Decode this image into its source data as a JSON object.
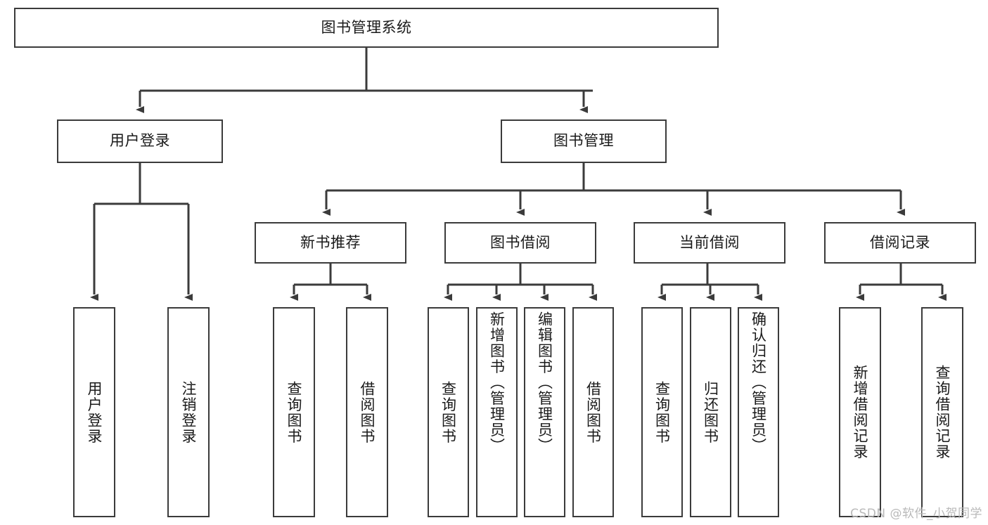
{
  "diagram": {
    "title": "图书管理系统",
    "type": "tree-hierarchy-diagram",
    "colors": {
      "background": "#ffffff",
      "border": "#3b3b3b",
      "connector": "#3b3b3b",
      "text": "#1a1a1a",
      "watermark": "#b9b9b9"
    },
    "root": {
      "label": "图书管理系统"
    },
    "level2": [
      {
        "label": "用户登录"
      },
      {
        "label": "图书管理"
      }
    ],
    "level3": [
      {
        "label": "新书推荐"
      },
      {
        "label": "图书借阅"
      },
      {
        "label": "当前借阅"
      },
      {
        "label": "借阅记录"
      }
    ],
    "leaves": {
      "user_login": [
        {
          "label": "用户登录"
        },
        {
          "label": "注销登录"
        }
      ],
      "new_book_recommend": [
        {
          "label": "查询图书"
        },
        {
          "label": "借阅图书"
        }
      ],
      "book_borrow": [
        {
          "label": "查询图书"
        },
        {
          "label": "新增图书（管理员）"
        },
        {
          "label": "编辑图书（管理员）"
        },
        {
          "label": "借阅图书"
        }
      ],
      "current_borrow": [
        {
          "label": "查询图书"
        },
        {
          "label": "归还图书"
        },
        {
          "label": "确认归还（管理员）"
        }
      ],
      "borrow_record": [
        {
          "label": "新增借阅记录"
        },
        {
          "label": "查询借阅记录"
        }
      ]
    },
    "watermark": "CSDN @软件_小贺同学"
  }
}
